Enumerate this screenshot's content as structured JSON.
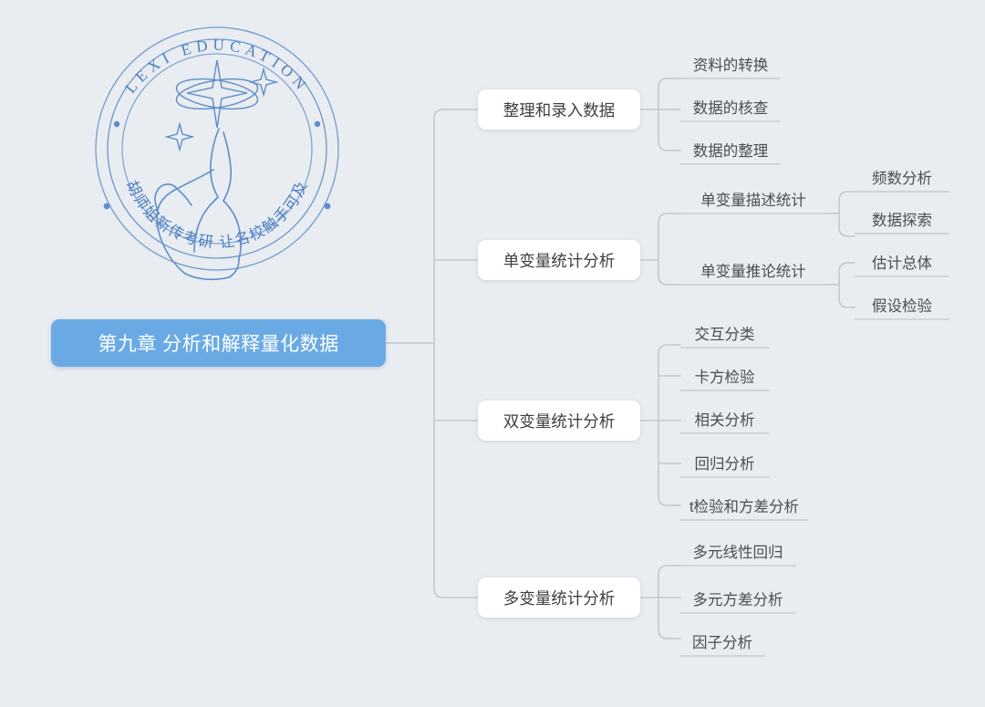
{
  "page": {
    "background_color": "#e9ecf1",
    "title": "第九章 分析和解释量化数据"
  },
  "logo": {
    "outer_text": "LEXI EDUCATION",
    "bottom_text": "胡师姐新传考研 让名校触手可及",
    "color": "#4a7fc1",
    "emblem": "hand-reaching-star-icon"
  },
  "root": {
    "label": "第九章 分析和解释量化数据",
    "color": "#6aaae4",
    "text_color": "#ffffff"
  },
  "branches": [
    {
      "label": "整理和录入数据",
      "children": [
        {
          "label": "资料的转换"
        },
        {
          "label": "数据的核查"
        },
        {
          "label": "数据的整理"
        }
      ]
    },
    {
      "label": "单变量统计分析",
      "children": [
        {
          "label": "单变量描述统计",
          "children": [
            {
              "label": "频数分析"
            },
            {
              "label": "数据探索"
            }
          ]
        },
        {
          "label": "单变量推论统计",
          "children": [
            {
              "label": "估计总体"
            },
            {
              "label": "假设检验"
            }
          ]
        }
      ]
    },
    {
      "label": "双变量统计分析",
      "children": [
        {
          "label": "交互分类"
        },
        {
          "label": "卡方检验"
        },
        {
          "label": "相关分析"
        },
        {
          "label": "回归分析"
        },
        {
          "label": "t检验和方差分析"
        }
      ]
    },
    {
      "label": "多变量统计分析",
      "children": [
        {
          "label": "多元线性回归"
        },
        {
          "label": "多元方差分析"
        },
        {
          "label": "因子分析"
        }
      ]
    }
  ],
  "colors": {
    "connector": "#c3c8d0",
    "node_text": "#3c4043",
    "leaf_text": "#4a4f55",
    "leaf_underline": "#c9cdd4"
  }
}
